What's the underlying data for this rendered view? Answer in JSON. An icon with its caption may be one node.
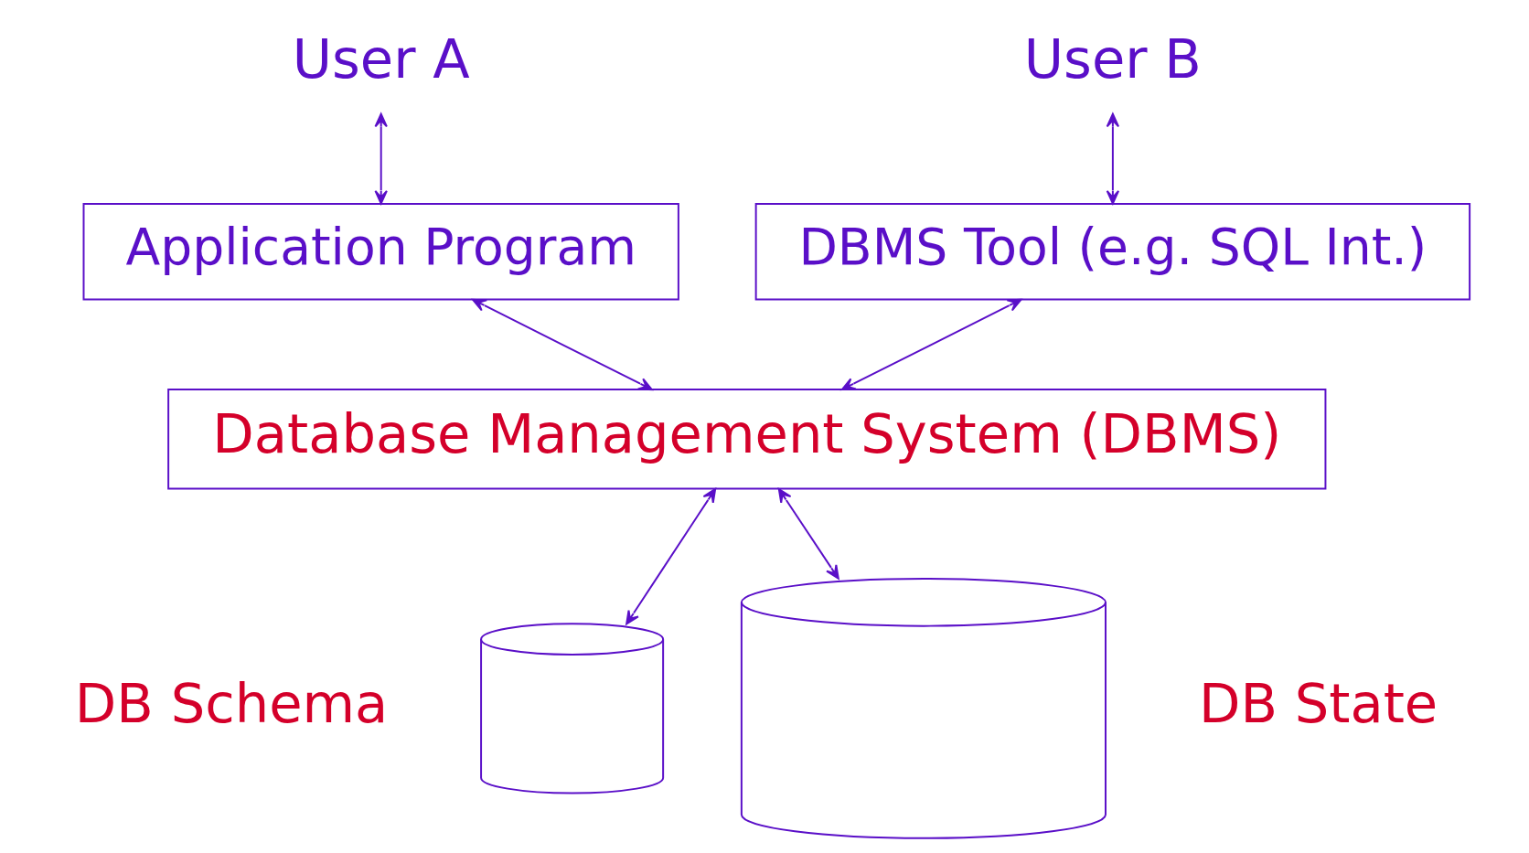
{
  "diagram": {
    "nodes": [
      {
        "text": [
          "User A"
        ]
      },
      {
        "text": [
          "User B"
        ]
      },
      {
        "text": [
          "Application Program"
        ]
      },
      {
        "text": [
          "DBMS Tool (e.g. SQL Int.)"
        ]
      },
      {
        "text": [
          "Database Management System (DBMS)"
        ]
      },
      {
        "text": [],
        "shape": "cylinder",
        "beside": [
          "DB Schema"
        ]
      },
      {
        "text": [],
        "shape": "cylinder",
        "beside": [
          "DB State"
        ]
      }
    ],
    "edges": [
      {
        "from": 0,
        "to": 2,
        "arrow": "both"
      },
      {
        "from": 1,
        "to": 3,
        "arrow": "both"
      },
      {
        "from": 2,
        "to": 4,
        "arrow": "both"
      },
      {
        "from": 3,
        "to": 4,
        "arrow": "both"
      },
      {
        "from": 4,
        "to": 5,
        "arrow": "both"
      },
      {
        "from": 4,
        "to": 6,
        "arrow": "both"
      }
    ]
  }
}
